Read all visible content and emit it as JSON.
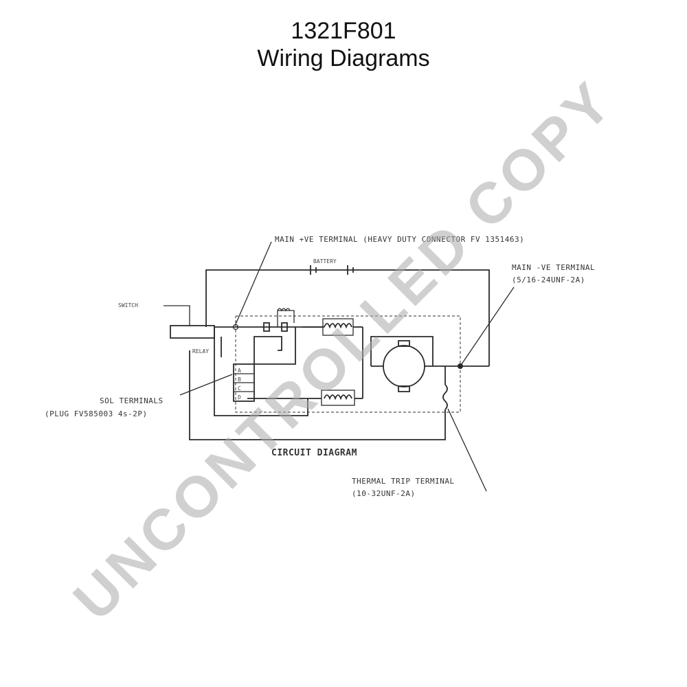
{
  "header": {
    "part_number": "1321F801",
    "subtitle": "Wiring Diagrams"
  },
  "diagram": {
    "caption": "CIRCUIT DIAGRAM",
    "labels": {
      "main_pos_terminal": "MAIN +VE TERMINAL (HEAVY DUTY CONNECTOR FV 1351463)",
      "main_neg_terminal_line1": "MAIN -VE TERMINAL",
      "main_neg_terminal_line2": "(5/16-24UNF-2A)",
      "sol_terminals_line1": "SOL TERMINALS",
      "sol_terminals_line2": "(PLUG FV585003 4s-2P)",
      "thermal_trip_line1": "THERMAL TRIP TERMINAL",
      "thermal_trip_line2": "(10-32UNF-2A)",
      "battery": "BATTERY",
      "solenoid": "SWITCH",
      "relay_note": "RELAY",
      "plug_pin_a": "A",
      "plug_pin_b": "B",
      "plug_pin_c": "C",
      "plug_pin_d": "D"
    }
  },
  "watermark": {
    "text": "UNCONTROLLED COPY",
    "color": "#aaaaaa"
  }
}
